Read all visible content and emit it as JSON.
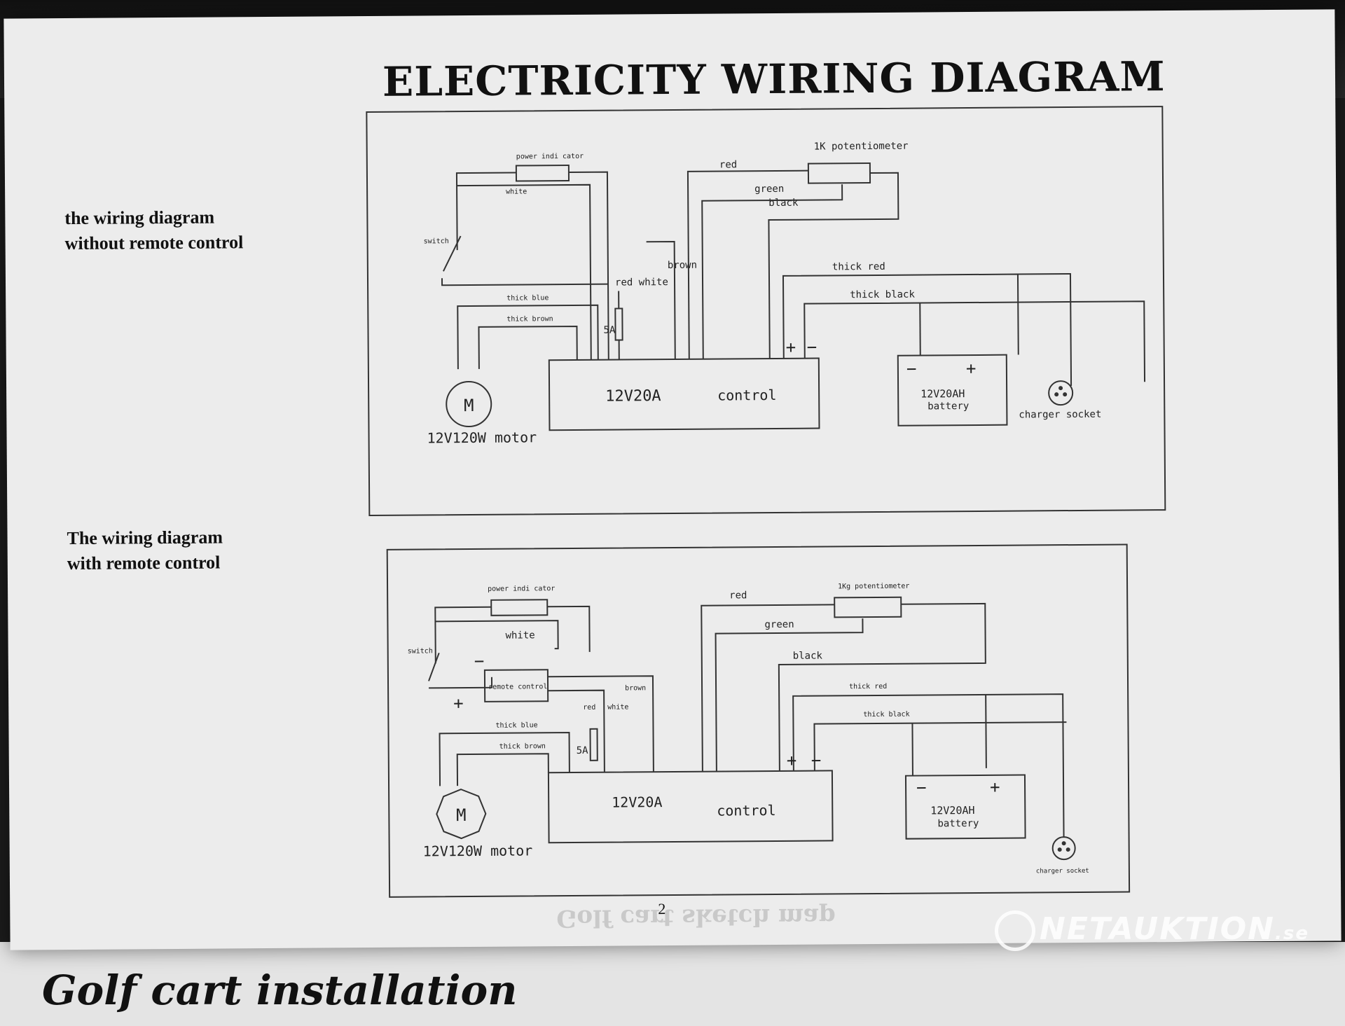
{
  "title": "ELECTRICITY WIRING DIAGRAM",
  "page_number": "2",
  "mirrored_text": "Golf cart sketch map",
  "watermark": {
    "name": "NETAUKTION",
    "suffix": ".se"
  },
  "next_page_title": "Golf cart installation",
  "diagram1": {
    "heading_line1": "the wiring diagram",
    "heading_line2": "without remote control",
    "labels": {
      "power_indicator": "power indi cator",
      "switch": "switch",
      "white": "white",
      "red": "red",
      "green": "green",
      "black": "black",
      "brown": "brown",
      "red_white": "red white",
      "potentiometer": "1K potentiometer",
      "thick_red": "thick red",
      "thick_black": "thick black",
      "thick_blue": "thick blue",
      "thick_brown": "thick brown",
      "fuse": "5A",
      "controller": "12V20A",
      "control": "control",
      "plus": "+",
      "minus": "−",
      "motor_symbol": "M",
      "motor": "12V120W motor",
      "battery": "12V20AH",
      "battery_word": "battery",
      "charger": "charger socket"
    }
  },
  "diagram2": {
    "heading_line1": "The wiring diagram",
    "heading_line2": "with remote control",
    "labels": {
      "power_indicator": "power indi cator",
      "switch": "switch",
      "white": "white",
      "remote": "remote control",
      "red": "red",
      "green": "green",
      "black": "black",
      "brown": "brown",
      "red_small": "red",
      "white_small": "white",
      "potentiometer": "1Kg potentiometer",
      "thick_red": "thick red",
      "thick_black": "thick black",
      "thick_blue": "thick blue",
      "thick_brown": "thick brown",
      "fuse": "5A",
      "controller": "12V20A",
      "control": "control",
      "plus": "+",
      "minus": "−",
      "motor_symbol": "M",
      "motor": "12V120W motor",
      "battery": "12V20AH",
      "battery_word": "battery",
      "charger": "charger socket"
    }
  }
}
